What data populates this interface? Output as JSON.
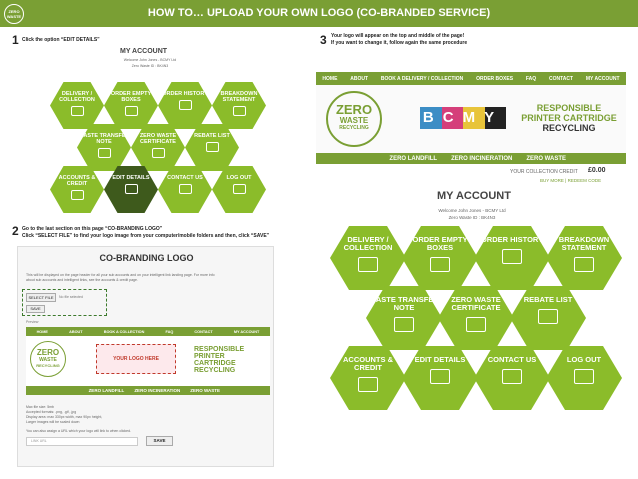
{
  "header": {
    "title": "HOW TO… UPLOAD YOUR OWN LOGO (CO-BRANDED SERVICE)",
    "badge": "ZERO WASTE"
  },
  "steps": [
    {
      "num": "1",
      "text": "Click the option “EDIT DETAILS”"
    },
    {
      "num": "2",
      "text": "Go to the last section on this page “CO-BRANDING LOGO”",
      "text2": "Click “SELECT FILE” to find your logo image from your computer/mobile folders and then, click “SAVE”"
    },
    {
      "num": "3",
      "text": "Your logo will appear on the top and middle of the page!",
      "text2": "If you want to change it, follow again the same procedure"
    }
  ],
  "account": {
    "title": "MY ACCOUNT",
    "welcome": "Welcome John Jones - BCMY Ltd",
    "zwid": "Zero Waste ID : BK4N3"
  },
  "hexes": [
    {
      "label": "DELIVERY / COLLECTION",
      "icon": "truck-icon"
    },
    {
      "label": "ORDER EMPTY BOXES",
      "icon": "box-icon"
    },
    {
      "label": "ORDER HISTORY",
      "icon": "history-icon"
    },
    {
      "label": "BREAKDOWN STATEMENT",
      "icon": "chart-icon"
    },
    {
      "label": "WASTE TRANSFER NOTE",
      "icon": "document-icon"
    },
    {
      "label": "ZERO WASTE CERTIFICATE",
      "icon": "certificate-icon"
    },
    {
      "label": "REBATE LIST",
      "icon": "list-icon"
    },
    {
      "label": "ACCOUNTS & CREDIT",
      "icon": "coins-icon"
    },
    {
      "label": "EDIT DETAILS",
      "icon": "edit-icon"
    },
    {
      "label": "CONTACT US",
      "icon": "phone-icon"
    },
    {
      "label": "LOG OUT",
      "icon": "door-icon"
    }
  ],
  "nav": [
    "HOME",
    "ABOUT",
    "BOOK A DELIVERY / COLLECTION",
    "ORDER BOXES",
    "FAQ",
    "CONTACT",
    "MY ACCOUNT"
  ],
  "nav_small": [
    "HOME",
    "ABOUT",
    "BOOK A COLLECTION",
    "FAQ",
    "CONTACT",
    "MY ACCOUNT"
  ],
  "brand": {
    "zero": "ZERO",
    "waste": "WASTE",
    "recycling": "RECYCLING",
    "tag1": "RESPONSIBLE",
    "tag2": "PRINTER CARTRIDGE",
    "tag3": "RECYCLING",
    "footer": [
      "ZERO LANDFILL",
      "ZERO INCINERATION",
      "ZERO WASTE"
    ],
    "bcmy": "BCMY"
  },
  "credit": {
    "label": "YOUR COLLECTION CREDIT",
    "value": "£0.00",
    "links": "BUY MORE | REDEEM CODE"
  },
  "cobrand": {
    "title": "CO-BRANDING LOGO",
    "desc": "This will be displayed on the page header for all your sub accounts and on your intelligent link landing page. For more info about sub accounts and intelligent links, see the accounts & credit page.",
    "select": "SELECT FILE",
    "nofile": "No file selected",
    "save": "SAVE",
    "preview": "Preview",
    "logo_here": "YOUR LOGO HERE",
    "specs": [
      "Max file size: 5mb",
      "Accepted formats: .png, .gif, .jpg",
      "Display area: max 330px width, max 90px height,",
      "Larger images will be scaled down"
    ],
    "link_note": "You can also assign a URL which your logo will link to when clicked.",
    "link_placeholder": "LINK URL",
    "save2": "SAVE"
  }
}
